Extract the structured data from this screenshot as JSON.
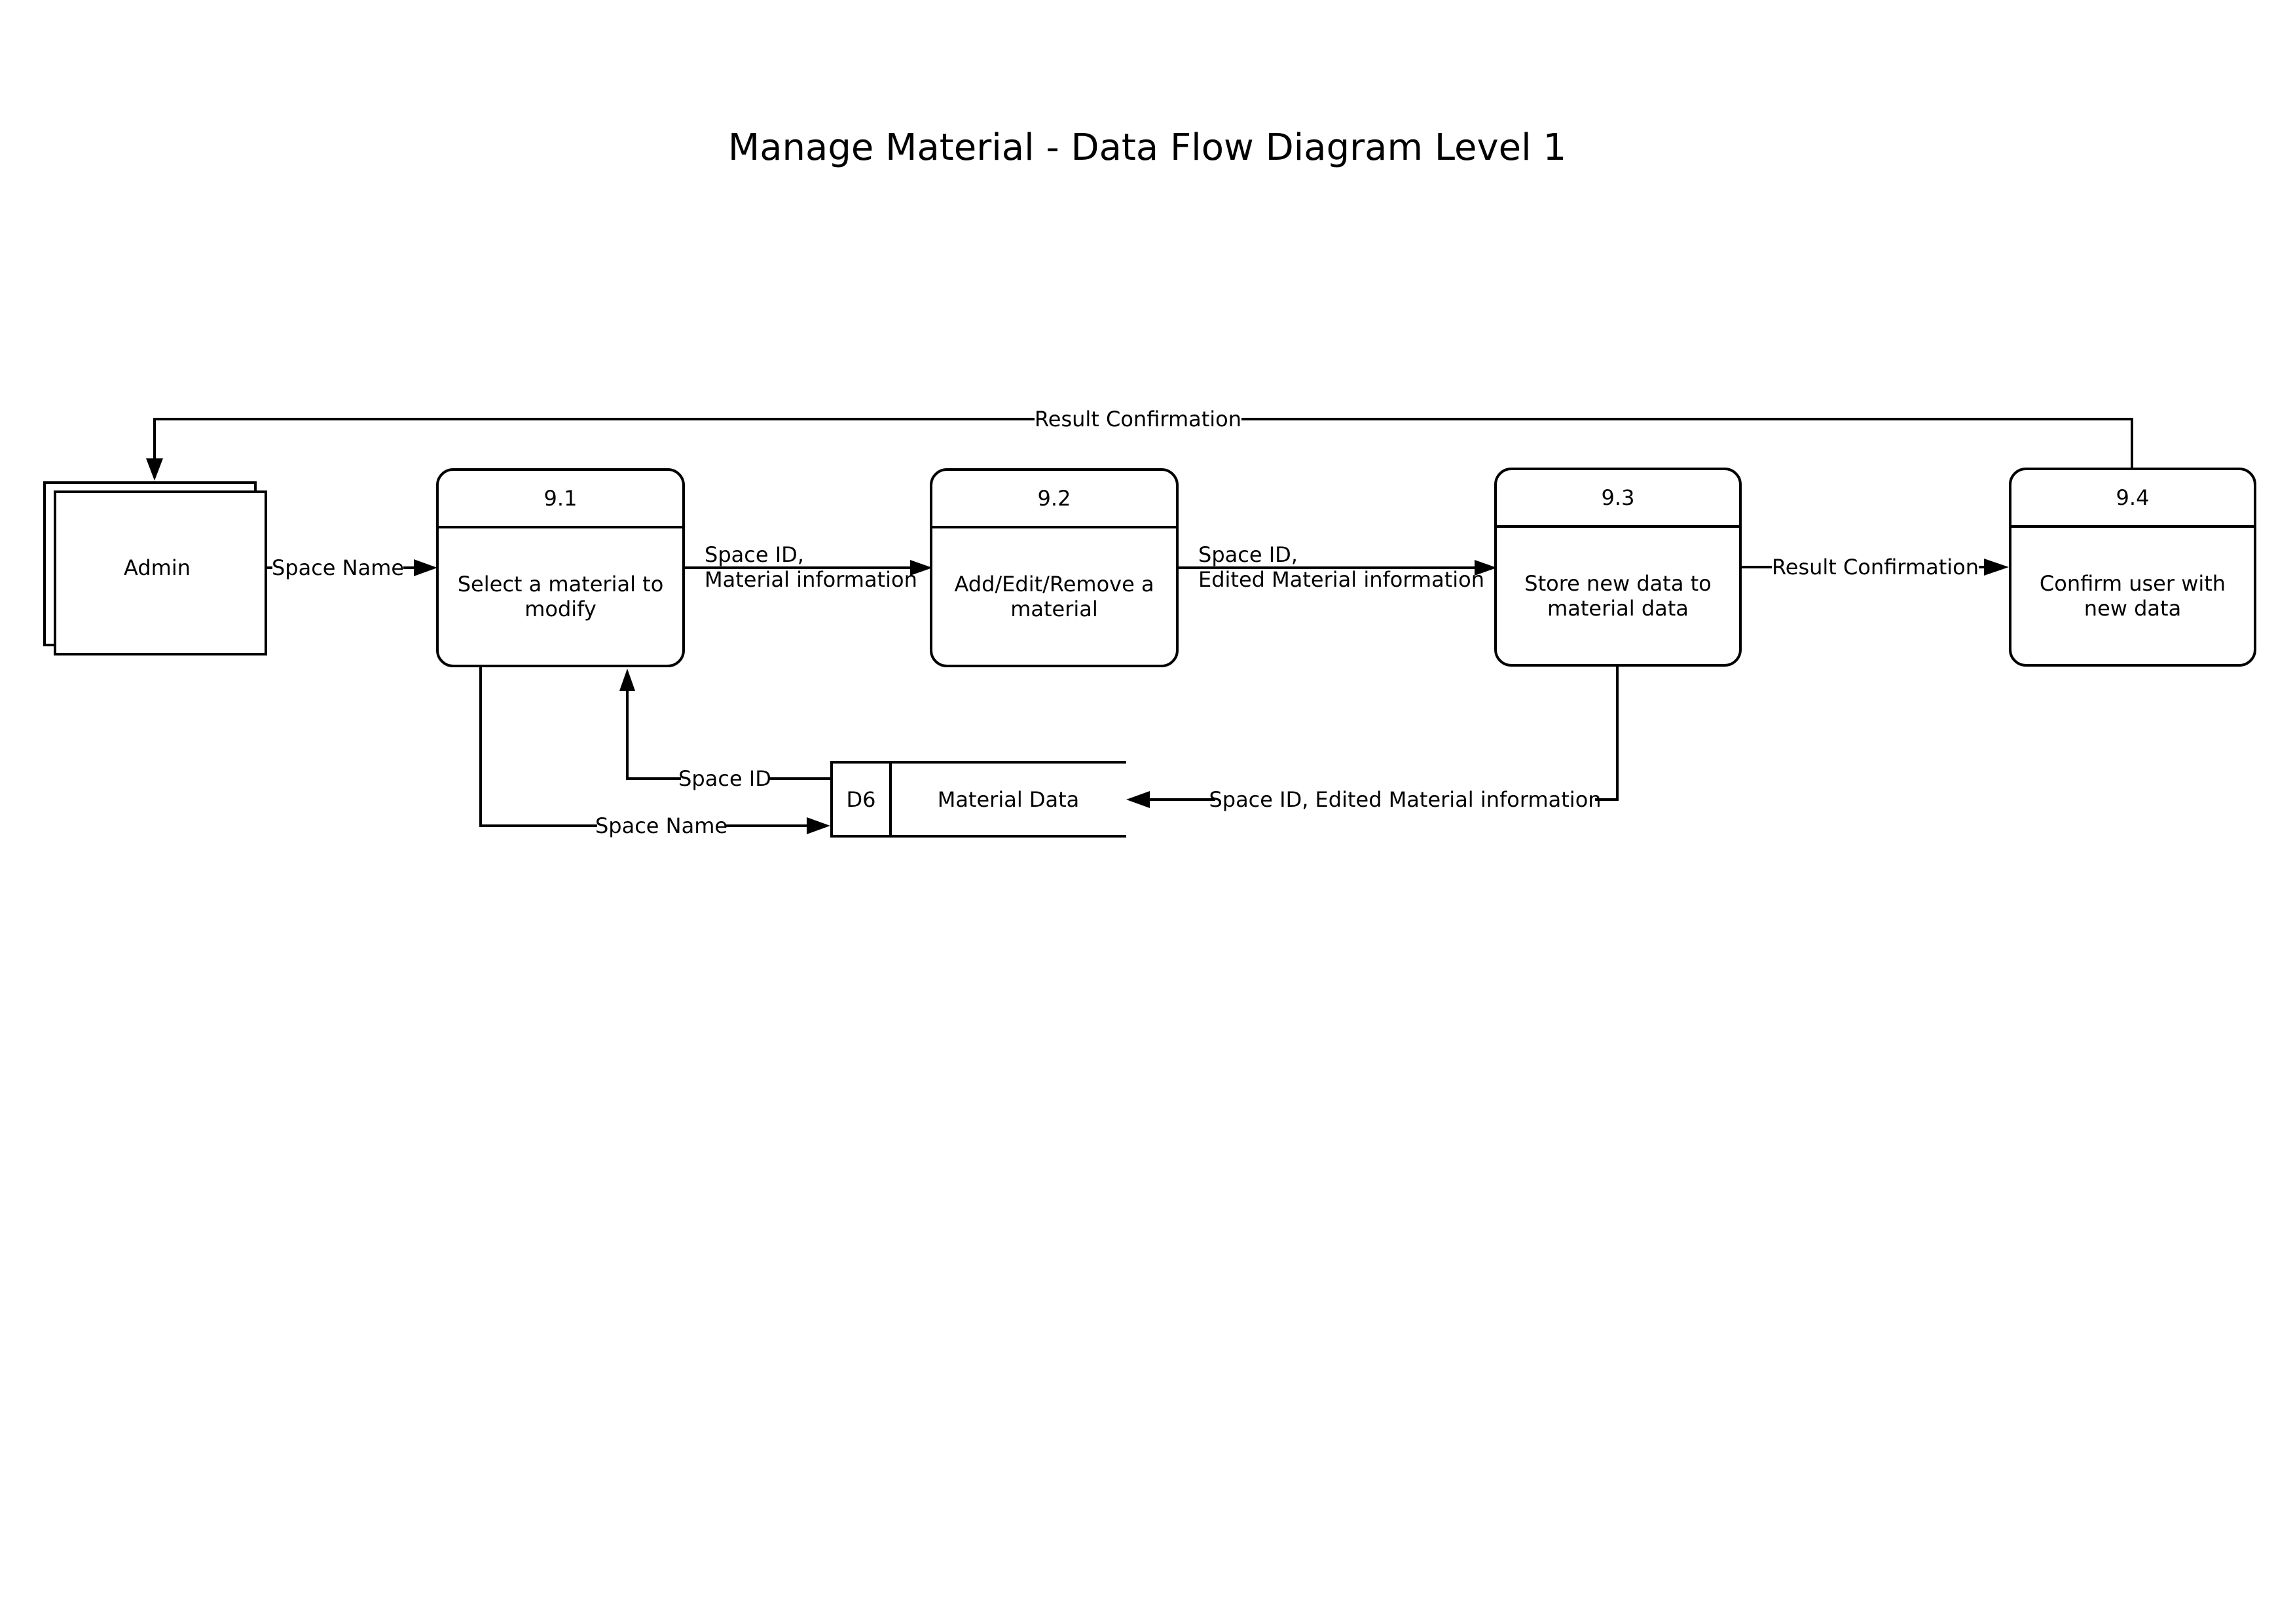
{
  "title": "Manage Material - Data Flow Diagram Level 1",
  "entity": {
    "label": "Admin"
  },
  "processes": [
    {
      "id": "9.1",
      "lines": [
        "Select a material to",
        "modify"
      ]
    },
    {
      "id": "9.2",
      "lines": [
        "Add/Edit/Remove a",
        "material"
      ]
    },
    {
      "id": "9.3",
      "lines": [
        "Store new data to",
        "material data"
      ]
    },
    {
      "id": "9.4",
      "lines": [
        "Confirm user with",
        "new data"
      ]
    }
  ],
  "datastore": {
    "id": "D6",
    "label": "Material Data"
  },
  "flows": {
    "admin_to_91": "Space Name",
    "p91_to_92": [
      "Space ID,",
      "Material information"
    ],
    "p92_to_93": [
      "Space ID,",
      "Edited Material information"
    ],
    "p93_to_94": "Result Confirmation",
    "p94_to_admin": "Result Confirmation",
    "d6_to_91": "Space ID",
    "p91_to_d6": "Space Name",
    "p93_to_d6": "Space ID, Edited Material information"
  }
}
